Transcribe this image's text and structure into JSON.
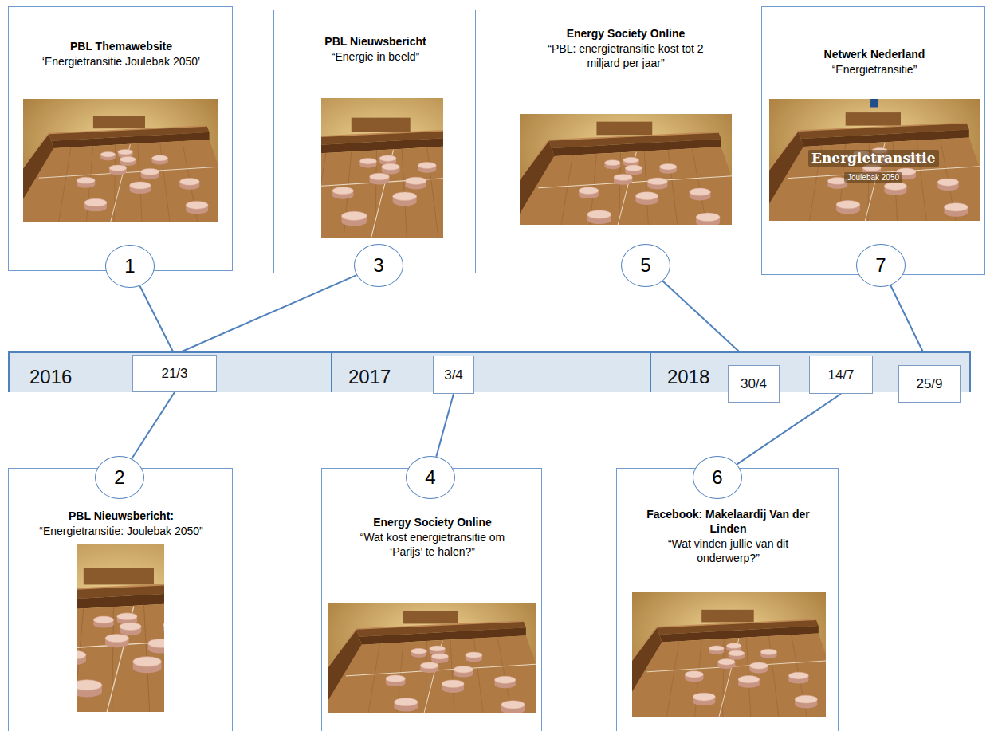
{
  "diagram": {
    "nodes": [
      {
        "text": [
          "PBL Themawebsite",
          "‘Energietransitie Joulebak 2050’"
        ]
      },
      {
        "text": [
          "1"
        ]
      },
      {
        "text": [
          "PBL Nieuwsbericht",
          "“Energie in beeld”"
        ]
      },
      {
        "text": [
          "3"
        ]
      },
      {
        "text": [
          "Energy Society Online",
          "“PBL: energietransitie kost tot 2 miljard per jaar”"
        ]
      },
      {
        "text": [
          "5"
        ]
      },
      {
        "text": [
          "Netwerk Nederland",
          "“Energietransitie”"
        ]
      },
      {
        "text": [
          "7"
        ]
      },
      {
        "text": [
          "2016"
        ]
      },
      {
        "text": [
          "21/3"
        ],
        "in": 8
      },
      {
        "text": [
          "2017"
        ]
      },
      {
        "text": [
          "3/4"
        ],
        "in": 10
      },
      {
        "text": [
          "2018"
        ]
      },
      {
        "text": [
          "30/4"
        ],
        "in": 12
      },
      {
        "text": [
          "14/7"
        ],
        "in": 12
      },
      {
        "text": [
          "25/9"
        ],
        "in": 12
      },
      {
        "text": [
          "2"
        ]
      },
      {
        "text": [
          "PBL Nieuwsbericht:",
          "“Energietransitie: Joulebak 2050”"
        ]
      },
      {
        "text": [
          "4"
        ]
      },
      {
        "text": [
          "Energy Society Online",
          "“Wat kost energietransitie om ‘Parijs’ te halen?”"
        ]
      },
      {
        "text": [
          "6"
        ]
      },
      {
        "text": [
          "Facebook: Makelaardij Van der Linden",
          "“Wat vinden jullie van dit onderwerp?”"
        ]
      }
    ],
    "edges": [
      {
        "from": 1,
        "to": 9,
        "arrow": "none"
      },
      {
        "from": 3,
        "to": 9,
        "arrow": "none"
      },
      {
        "from": 5,
        "to": 13,
        "arrow": "none"
      },
      {
        "from": 7,
        "to": 15,
        "arrow": "none"
      },
      {
        "from": 9,
        "to": 16,
        "arrow": "none"
      },
      {
        "from": 11,
        "to": 18,
        "arrow": "none"
      },
      {
        "from": 14,
        "to": 20,
        "arrow": "none"
      }
    ],
    "labels": [
      "Energietransitie",
      "Joulebak 2050"
    ]
  }
}
